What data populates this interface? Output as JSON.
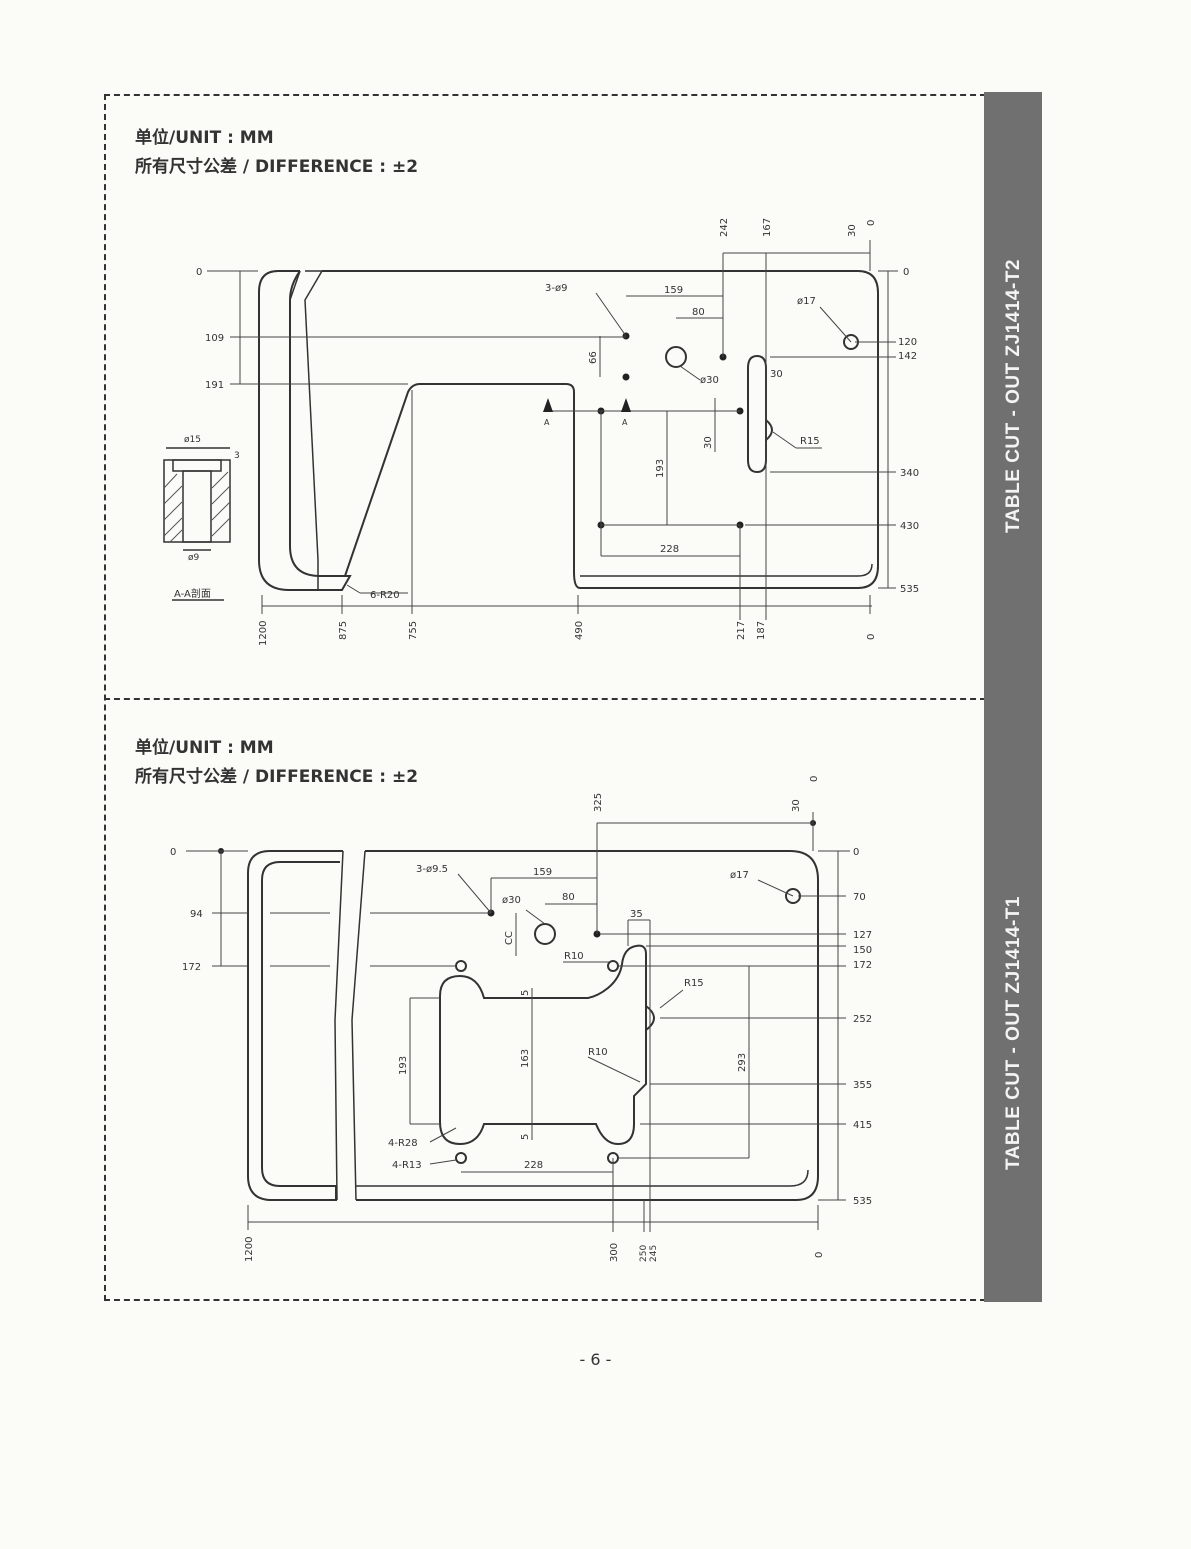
{
  "page": {
    "number": "- 6 -"
  },
  "panels": [
    {
      "side_label": "TABLE CUT - OUT ZJ1414-T2",
      "unit_line": "单位/UNIT : MM",
      "tolerance_line": "所有尺寸公差 / DIFFERENCE : ±2",
      "left_scale": [
        "0",
        "109",
        "191"
      ],
      "right_scale": [
        "0",
        "120",
        "142",
        "340",
        "430",
        "535"
      ],
      "top_scale": [
        "242",
        "167",
        "30",
        "0"
      ],
      "bottom_scale": [
        "1200",
        "875",
        "755",
        "490",
        "217",
        "187",
        "0"
      ],
      "callouts": [
        "3-ø9",
        "159",
        "80",
        "66",
        "ø30",
        "30",
        "30",
        "ø17",
        "R15",
        "193",
        "228",
        "6-R20",
        "A",
        "A"
      ],
      "section": {
        "top_dim": "ø15",
        "side_dim": "3",
        "bottom_dim": "ø9",
        "caption": "A-A剖面"
      }
    },
    {
      "side_label": "TABLE CUT - OUT ZJ1414-T1",
      "unit_line": "单位/UNIT : MM",
      "tolerance_line": "所有尺寸公差 / DIFFERENCE : ±2",
      "left_scale": [
        "0",
        "94",
        "172"
      ],
      "right_scale": [
        "0",
        "70",
        "127",
        "150",
        "172",
        "252",
        "355",
        "415",
        "535"
      ],
      "top_scale": [
        "325",
        "30",
        "0"
      ],
      "bottom_scale": [
        "1200",
        "300",
        "250",
        "245",
        "0"
      ],
      "callouts": [
        "3-ø9.5",
        "159",
        "ø30",
        "80",
        "35",
        "ø17",
        "CC",
        "R10",
        "R15",
        "5",
        "193",
        "163",
        "293",
        "R10",
        "5",
        "4-R28",
        "4-R13",
        "228"
      ]
    }
  ]
}
